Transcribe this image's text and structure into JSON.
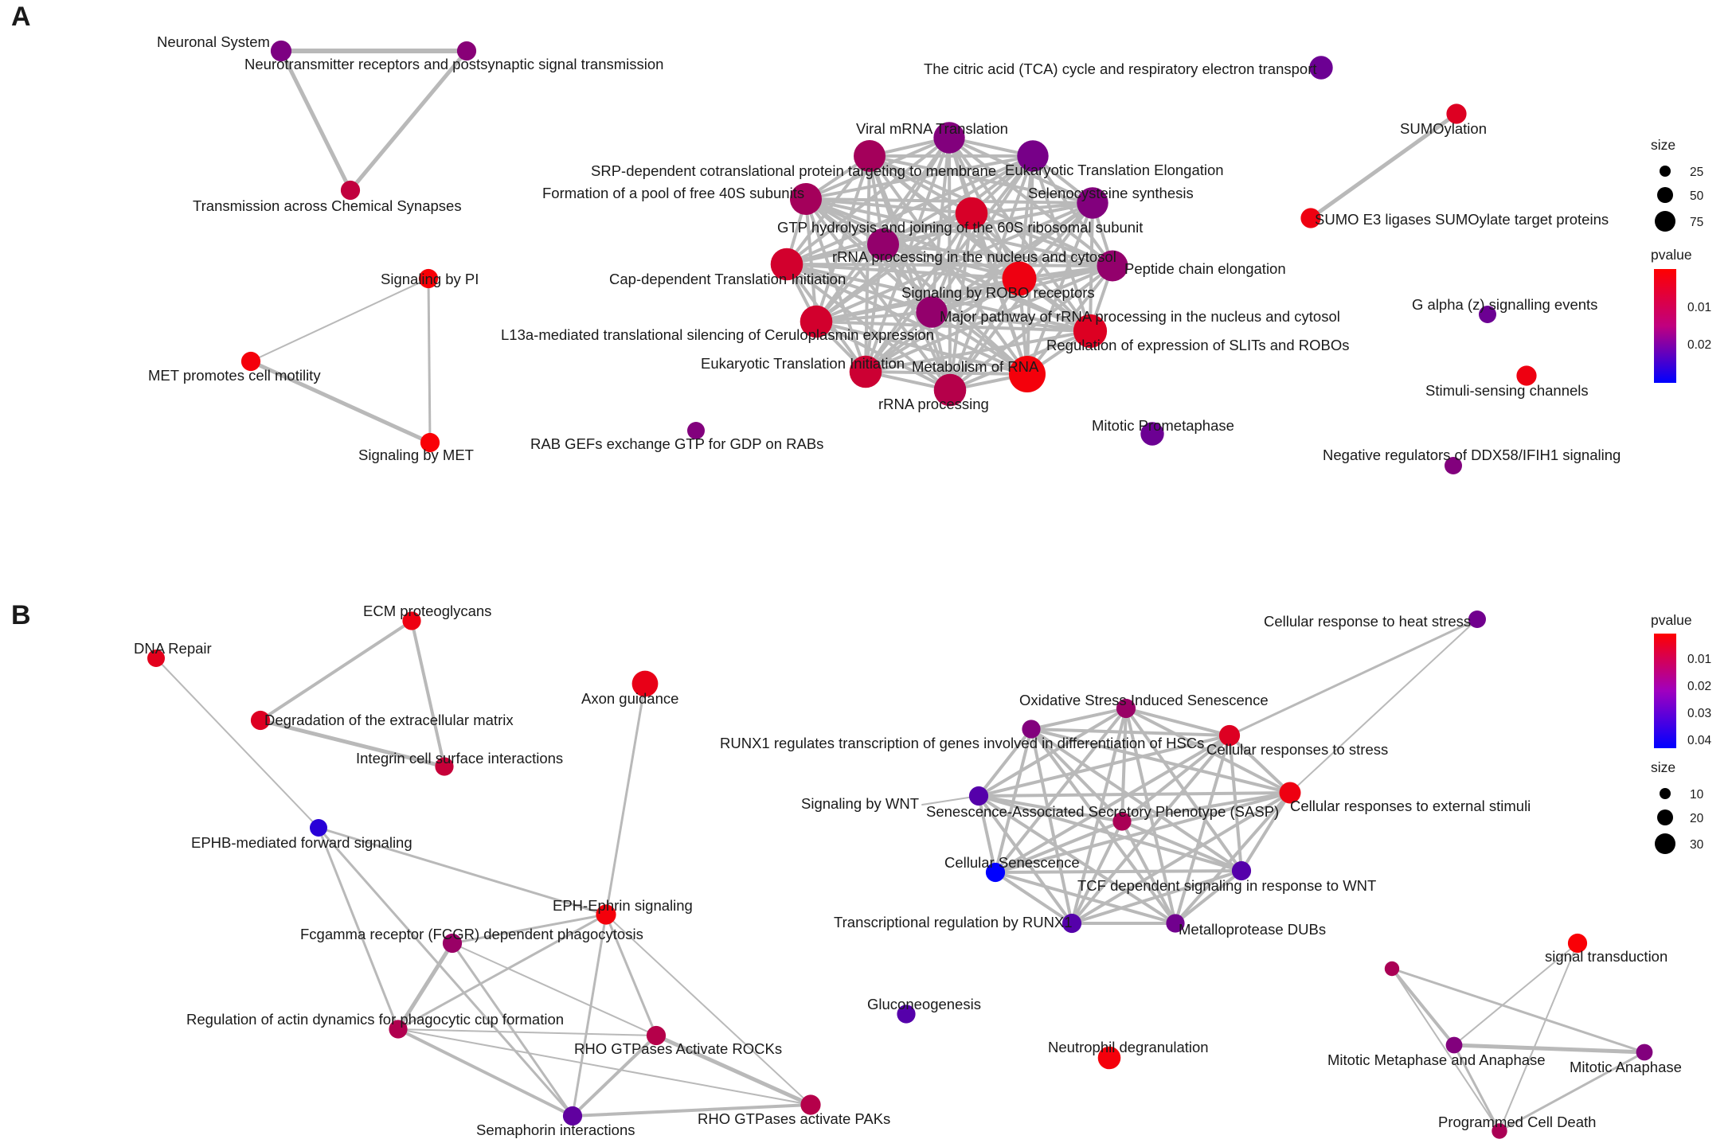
{
  "panels": [
    {
      "id": "A",
      "letter": "A",
      "nodes": [
        {
          "id": "a1",
          "label": "Neuronal System",
          "pvalue": 0.023,
          "size": 18
        },
        {
          "id": "a2",
          "label": "Neurotransmitter receptors and postsynaptic signal transmission",
          "pvalue": 0.021,
          "size": 14
        },
        {
          "id": "a3",
          "label": "Transmission across Chemical Synapses",
          "pvalue": 0.011,
          "size": 14
        },
        {
          "id": "a4",
          "label": "Signaling by PI",
          "pvalue": 0.001,
          "size": 14
        },
        {
          "id": "a5",
          "label": "MET promotes cell motility",
          "pvalue": 0.002,
          "size": 14
        },
        {
          "id": "a6",
          "label": "Signaling by MET",
          "pvalue": 0.001,
          "size": 14
        },
        {
          "id": "a7",
          "label": "RAB GEFs exchange GTP for GDP on RABs",
          "pvalue": 0.022,
          "size": 10
        },
        {
          "id": "a8",
          "label": "Viral mRNA Translation",
          "pvalue": 0.022,
          "size": 60
        },
        {
          "id": "a9",
          "label": "SRP-dependent cotranslational protein targeting to membrane",
          "pvalue": 0.016,
          "size": 62
        },
        {
          "id": "a10",
          "label": "Eukaryotic Translation Elongation",
          "pvalue": 0.024,
          "size": 60
        },
        {
          "id": "a11",
          "label": "Formation of a pool of free 40S subunits",
          "pvalue": 0.016,
          "size": 62
        },
        {
          "id": "a12",
          "label": "Selenocysteine synthesis",
          "pvalue": 0.022,
          "size": 60
        },
        {
          "id": "a13",
          "label": "GTP hydrolysis and joining of the 60S ribosomal subunit",
          "pvalue": 0.007,
          "size": 65
        },
        {
          "id": "a14",
          "label": "rRNA processing in the nucleus and cytosol",
          "pvalue": 0.019,
          "size": 62
        },
        {
          "id": "a15",
          "label": "Peptide chain elongation",
          "pvalue": 0.019,
          "size": 58
        },
        {
          "id": "a16",
          "label": "Cap-dependent Translation Initiation",
          "pvalue": 0.008,
          "size": 65
        },
        {
          "id": "a17",
          "label": "Signaling by ROBO receptors",
          "pvalue": 0.003,
          "size": 75
        },
        {
          "id": "a18",
          "label": "Major pathway of rRNA processing in the nucleus and cytosol",
          "pvalue": 0.019,
          "size": 60
        },
        {
          "id": "a19",
          "label": "L13a-mediated translational silencing of Ceruloplasmin expression",
          "pvalue": 0.008,
          "size": 65
        },
        {
          "id": "a20",
          "label": "Regulation of expression of SLITs and ROBOs",
          "pvalue": 0.006,
          "size": 72
        },
        {
          "id": "a21",
          "label": "Eukaryotic Translation Initiation",
          "pvalue": 0.009,
          "size": 65
        },
        {
          "id": "a22",
          "label": "Metabolism of RNA",
          "pvalue": 0.002,
          "size": 90
        },
        {
          "id": "a23",
          "label": "rRNA processing",
          "pvalue": 0.013,
          "size": 65
        },
        {
          "id": "a24",
          "label": "The citric acid (TCA) cycle and respiratory electron transport",
          "pvalue": 0.026,
          "size": 26
        },
        {
          "id": "a25",
          "label": "Mitotic Prometaphase",
          "pvalue": 0.026,
          "size": 26
        },
        {
          "id": "a26",
          "label": "SUMOylation",
          "pvalue": 0.006,
          "size": 16
        },
        {
          "id": "a27",
          "label": "SUMO E3 ligases SUMOylate target proteins",
          "pvalue": 0.003,
          "size": 16
        },
        {
          "id": "a28",
          "label": "G alpha (z) signalling events",
          "pvalue": 0.026,
          "size": 10
        },
        {
          "id": "a29",
          "label": "Stimuli-sensing channels",
          "pvalue": 0.003,
          "size": 16
        },
        {
          "id": "a30",
          "label": "Negative regulators of DDX58/IFIH1 signaling",
          "pvalue": 0.022,
          "size": 10
        }
      ],
      "edges": [
        {
          "source": "a1",
          "target": "a2",
          "weight": 6
        },
        {
          "source": "a1",
          "target": "a3",
          "weight": 5
        },
        {
          "source": "a2",
          "target": "a3",
          "weight": 5
        },
        {
          "source": "a4",
          "target": "a5",
          "weight": 2
        },
        {
          "source": "a4",
          "target": "a6",
          "weight": 3
        },
        {
          "source": "a5",
          "target": "a6",
          "weight": 5
        },
        {
          "source": "a26",
          "target": "a27",
          "weight": 5
        }
      ],
      "cluster": {
        "members": [
          "a8",
          "a9",
          "a10",
          "a11",
          "a12",
          "a13",
          "a14",
          "a15",
          "a16",
          "a17",
          "a18",
          "a19",
          "a20",
          "a21",
          "a22",
          "a23"
        ],
        "weight": 4
      },
      "legends": {
        "size": {
          "title": "size",
          "ticks": [
            "25",
            "50",
            "75"
          ]
        },
        "pvalue": {
          "title": "pvalue",
          "ticks": [
            "0.01",
            "0.02"
          ],
          "color_high": "#ff0000",
          "color_low": "#0000ff"
        }
      }
    },
    {
      "id": "B",
      "letter": "B",
      "nodes": [
        {
          "id": "b1",
          "label": "DNA Repair",
          "pvalue": 0.005,
          "size": 10
        },
        {
          "id": "b2",
          "label": "ECM proteoglycans",
          "pvalue": 0.003,
          "size": 12
        },
        {
          "id": "b3",
          "label": "Degradation of the extracellular matrix",
          "pvalue": 0.006,
          "size": 14
        },
        {
          "id": "b4",
          "label": "Integrin cell surface interactions",
          "pvalue": 0.01,
          "size": 12
        },
        {
          "id": "b5",
          "label": "Axon guidance",
          "pvalue": 0.004,
          "size": 36
        },
        {
          "id": "b6",
          "label": "EPHB-mediated forward signaling",
          "pvalue": 0.038,
          "size": 10
        },
        {
          "id": "b7",
          "label": "EPH-Ephrin signaling",
          "pvalue": 0.002,
          "size": 16
        },
        {
          "id": "b8",
          "label": "Fcgamma receptor (FCGR) dependent phagocytosis",
          "pvalue": 0.018,
          "size": 14
        },
        {
          "id": "b9",
          "label": "Regulation of actin dynamics for phagocytic cup formation",
          "pvalue": 0.014,
          "size": 12
        },
        {
          "id": "b10",
          "label": "RHO GTPases Activate ROCKs",
          "pvalue": 0.013,
          "size": 14
        },
        {
          "id": "b11",
          "label": "RHO GTPases activate PAKs",
          "pvalue": 0.013,
          "size": 16
        },
        {
          "id": "b12",
          "label": "Semaphorin interactions",
          "pvalue": 0.028,
          "size": 14
        },
        {
          "id": "b13",
          "label": "Cellular response to heat stress",
          "pvalue": 0.025,
          "size": 10
        },
        {
          "id": "b14",
          "label": "Oxidative Stress Induced Senescence",
          "pvalue": 0.018,
          "size": 14
        },
        {
          "id": "b15",
          "label": "RUNX1 regulates transcription of genes involved in differentiation of HSCs",
          "pvalue": 0.022,
          "size": 12
        },
        {
          "id": "b16",
          "label": "Cellular responses to stress",
          "pvalue": 0.006,
          "size": 18
        },
        {
          "id": "b17",
          "label": "Signaling by WNT",
          "pvalue": 0.03,
          "size": 14
        },
        {
          "id": "b18",
          "label": "Senescence-Associated Secretory Phenotype (SASP)",
          "pvalue": 0.015,
          "size": 12
        },
        {
          "id": "b19",
          "label": "Cellular responses to external stimuli",
          "pvalue": 0.003,
          "size": 20
        },
        {
          "id": "b20",
          "label": "Cellular Senescence",
          "pvalue": 0.045,
          "size": 14
        },
        {
          "id": "b21",
          "label": "TCF dependent signaling in response to WNT",
          "pvalue": 0.03,
          "size": 14
        },
        {
          "id": "b22",
          "label": "Transcriptional regulation by RUNX1",
          "pvalue": 0.03,
          "size": 14
        },
        {
          "id": "b23",
          "label": "Metalloprotease DUBs",
          "pvalue": 0.025,
          "size": 12
        },
        {
          "id": "b24",
          "label": "Gluconeogenesis",
          "pvalue": 0.03,
          "size": 12
        },
        {
          "id": "b25",
          "label": "Neutrophil degranulation",
          "pvalue": 0.002,
          "size": 24
        },
        {
          "id": "b26",
          "label": "signal transduction",
          "pvalue": 0.001,
          "size": 14
        },
        {
          "id": "b27",
          "label": "Mitotic Metaphase and Anaphase",
          "pvalue": 0.022,
          "size": 8
        },
        {
          "id": "b28",
          "label": "Mitotic Anaphase",
          "pvalue": 0.022,
          "size": 8
        },
        {
          "id": "b29",
          "label": "Programmed Cell Death",
          "pvalue": 0.015,
          "size": 6
        },
        {
          "id": "b30",
          "label": "",
          "pvalue": 0.015,
          "size": 5
        }
      ],
      "edges": [
        {
          "source": "b2",
          "target": "b3",
          "weight": 4
        },
        {
          "source": "b2",
          "target": "b4",
          "weight": 4
        },
        {
          "source": "b3",
          "target": "b4",
          "weight": 5
        },
        {
          "source": "b1",
          "target": "b6",
          "weight": 2
        },
        {
          "source": "b5",
          "target": "b7",
          "weight": 3
        },
        {
          "source": "b6",
          "target": "b7",
          "weight": 3
        },
        {
          "source": "b6",
          "target": "b9",
          "weight": 3
        },
        {
          "source": "b6",
          "target": "b12",
          "weight": 3
        },
        {
          "source": "b7",
          "target": "b8",
          "weight": 3
        },
        {
          "source": "b7",
          "target": "b9",
          "weight": 3
        },
        {
          "source": "b7",
          "target": "b10",
          "weight": 3
        },
        {
          "source": "b7",
          "target": "b11",
          "weight": 2
        },
        {
          "source": "b7",
          "target": "b12",
          "weight": 3
        },
        {
          "source": "b8",
          "target": "b9",
          "weight": 5
        },
        {
          "source": "b8",
          "target": "b10",
          "weight": 2
        },
        {
          "source": "b8",
          "target": "b12",
          "weight": 3
        },
        {
          "source": "b9",
          "target": "b10",
          "weight": 2
        },
        {
          "source": "b9",
          "target": "b11",
          "weight": 2
        },
        {
          "source": "b9",
          "target": "b12",
          "weight": 4
        },
        {
          "source": "b10",
          "target": "b11",
          "weight": 5
        },
        {
          "source": "b10",
          "target": "b12",
          "weight": 4
        },
        {
          "source": "b11",
          "target": "b12",
          "weight": 4
        },
        {
          "source": "b13",
          "target": "b16",
          "weight": 3
        },
        {
          "source": "b13",
          "target": "b19",
          "weight": 2
        },
        {
          "source": "b17",
          "target": "b17x",
          "weight": 2
        },
        {
          "source": "b26",
          "target": "b27",
          "weight": 2
        },
        {
          "source": "b26",
          "target": "b29",
          "weight": 2
        },
        {
          "source": "b27",
          "target": "b28",
          "weight": 5
        },
        {
          "source": "b27",
          "target": "b29",
          "weight": 3
        },
        {
          "source": "b28",
          "target": "b29",
          "weight": 3
        },
        {
          "source": "b30",
          "target": "b27",
          "weight": 4
        },
        {
          "source": "b30",
          "target": "b28",
          "weight": 3
        },
        {
          "source": "b30",
          "target": "b29",
          "weight": 2
        }
      ],
      "cluster": {
        "members": [
          "b14",
          "b15",
          "b16",
          "b17",
          "b18",
          "b19",
          "b20",
          "b21",
          "b22",
          "b23"
        ],
        "weight": 4
      },
      "legends": {
        "pvalue": {
          "title": "pvalue",
          "ticks": [
            "0.01",
            "0.02",
            "0.03",
            "0.04"
          ],
          "color_high": "#ff0000",
          "color_low": "#0000ff"
        },
        "size": {
          "title": "size",
          "ticks": [
            "10",
            "20",
            "30"
          ]
        }
      }
    }
  ]
}
